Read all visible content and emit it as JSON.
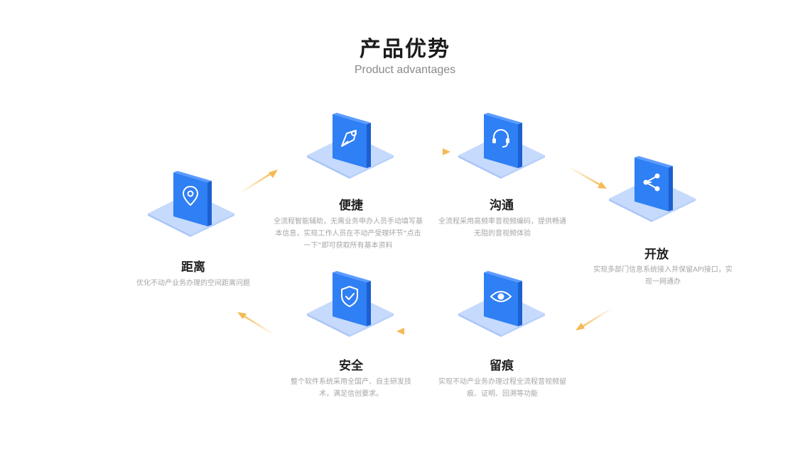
{
  "header": {
    "title": "产品优势",
    "subtitle": "Product advantages"
  },
  "colors": {
    "accent": "#2f7ff5",
    "arrow": "#f6b955",
    "plate": "#c6dafd"
  },
  "nodes": [
    {
      "key": "distance",
      "icon": "location-pin-icon",
      "label": "距离",
      "desc": "优化不动产业务办理的空间距离问题"
    },
    {
      "key": "convenience",
      "icon": "megaphone-icon",
      "label": "便捷",
      "desc": "全流程智能辅助，无需业务申办人员手动填写基本信息，实现工作人员在不动产受理环节“点击一下”即可获取所有基本资料"
    },
    {
      "key": "communication",
      "icon": "headset-icon",
      "label": "沟通",
      "desc": "全流程采用高频率音视频编码，提供畅通无阻的音视频体验"
    },
    {
      "key": "open",
      "icon": "share-nodes-icon",
      "label": "开放",
      "desc": "实现多部门信息系统接入并保留API接口，实现一网通办"
    },
    {
      "key": "trace",
      "icon": "eye-icon",
      "label": "留痕",
      "desc": "实现不动产业务办理过程全流程音视频留痕、证明、回溯等功能"
    },
    {
      "key": "security",
      "icon": "shield-check-icon",
      "label": "安全",
      "desc": "整个软件系统采用全国产、自主研发技术，满足信创要求。"
    }
  ]
}
